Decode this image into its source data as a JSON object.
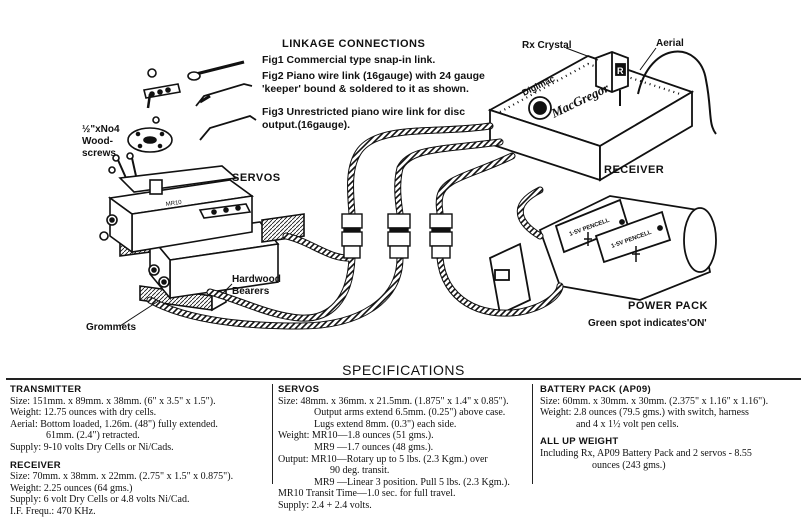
{
  "diagram": {
    "title": "LINKAGE CONNECTIONS",
    "fig1": "Fig1 Commercial type snap-in link.",
    "fig2": "Fig2 Piano wire link (16gauge) with 24 gauge 'keeper' bound & soldered to it as shown.",
    "fig3": "Fig3 Unrestricted piano wire link for disc output.(16gauge).",
    "screws": "½\"xNo4 Wood-screws",
    "servos": "SERVOS",
    "hardwood": "Hardwood Bearers",
    "grommets": "Grommets",
    "rx_crystal": "Rx Crystal",
    "aerial": "Aerial",
    "receiver": "RECEIVER",
    "power_pack": "POWER PACK",
    "green_spot": "Green spot indicates'ON'",
    "receiver_brand": "MacGregor",
    "receiver_model": "Digimac",
    "crystal_letter": "R",
    "servo_mark": "MR10",
    "cell_label_1": "1·5V PENCELL",
    "cell_label_2": "1·5V PENCELL"
  },
  "specs": {
    "title": "SPECIFICATIONS",
    "transmitter": {
      "heading": "TRANSMITTER",
      "size": "Size: 151mm. x 89mm. x 38mm. (6\" x 3.5\" x 1.5\").",
      "weight": "Weight: 12.75 ounces with dry cells.",
      "aerial_1": "Aerial: Bottom loaded, 1.26m. (48\") fully extended.",
      "aerial_2": "61mm. (2.4\") retracted.",
      "supply": "Supply: 9-10 volts Dry Cells or Ni/Cads."
    },
    "receiver": {
      "heading": "RECEIVER",
      "size": "Size: 70mm. x 38mm. x 22mm. (2.75\" x 1.5\" x 0.875\").",
      "weight": "Weight: 2.25 ounces (64 gms.)",
      "supply_1": "Supply: 6 volt Dry Cells or 4.8 volts Ni/Cad.",
      "if_freq": "I.F. Frequ.: 470 KHz."
    },
    "servos": {
      "heading": "SERVOS",
      "size": "Size: 48mm. x 36mm. x 21.5mm. (1.875\" x 1.4\" x 0.85\").",
      "arms": "Output arms extend 6.5mm. (0.25\") above case.",
      "lugs": "Lugs extend 8mm. (0.3\") each side.",
      "weight_1": "Weight: MR10—1.8 ounces (51 gms.).",
      "weight_2": "MR9 —1.7 ounces (48 gms.).",
      "output_1": "Output: MR10—Rotary up to 5 lbs. (2.3 Kgm.) over",
      "output_2": "90 deg. transit.",
      "output_3": "MR9 —Linear 3 position. Pull 5 lbs. (2.3 Kgm.).",
      "transit": "MR10 Transit Time—1.0 sec. for full travel.",
      "supply": "Supply: 2.4 + 2.4 volts."
    },
    "battery": {
      "heading": "BATTERY PACK (AP09)",
      "size": "Size: 60mm. x 30mm. x 30mm. (2.375\" x 1.16\" x 1.16\").",
      "weight_1": "Weight: 2.8 ounces (79.5 gms.) with switch, harness",
      "weight_2": "and 4 x 1½ volt pen cells."
    },
    "all_up": {
      "heading": "ALL UP WEIGHT",
      "line_1": "Including Rx, AP09 Battery Pack and 2 servos - 8.55",
      "line_2": "ounces (243 gms.)"
    }
  }
}
